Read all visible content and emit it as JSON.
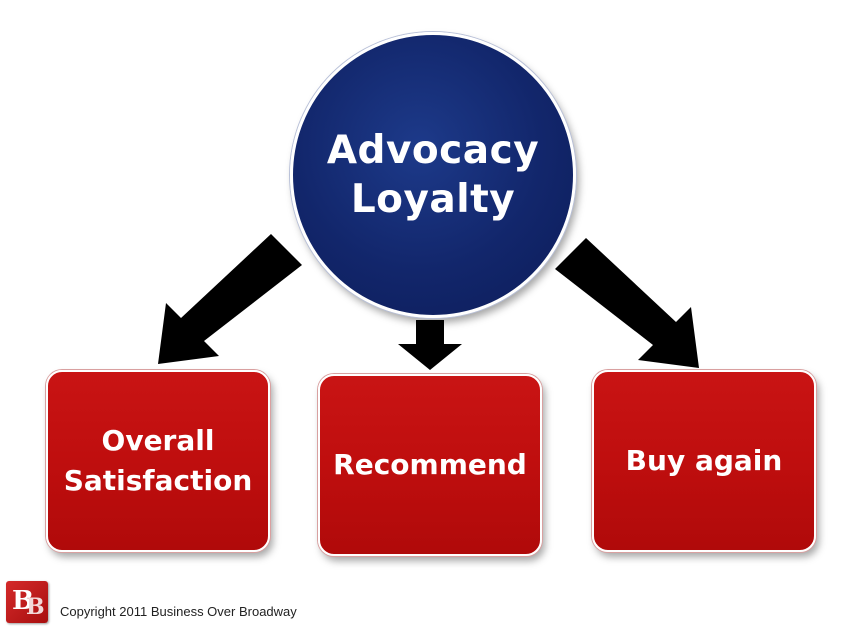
{
  "center": {
    "lines": [
      "Advocacy",
      "Loyalty"
    ],
    "color": "#12266b"
  },
  "boxes": [
    {
      "lines": [
        "Overall",
        "Satisfaction"
      ],
      "color": "#bf0e0e"
    },
    {
      "lines": [
        "Recommend"
      ],
      "color": "#bf0e0e"
    },
    {
      "lines": [
        "Buy again"
      ],
      "color": "#bf0e0e"
    }
  ],
  "arrows": [
    {
      "from": "Advocacy Loyalty",
      "to": "Overall Satisfaction",
      "icon": "arrow-down-left-icon"
    },
    {
      "from": "Advocacy Loyalty",
      "to": "Recommend",
      "icon": "arrow-down-icon"
    },
    {
      "from": "Advocacy Loyalty",
      "to": "Buy again",
      "icon": "arrow-down-right-icon"
    }
  ],
  "footer": {
    "logo_text": "BB",
    "copyright": "Copyright 2011 Business Over Broadway"
  }
}
